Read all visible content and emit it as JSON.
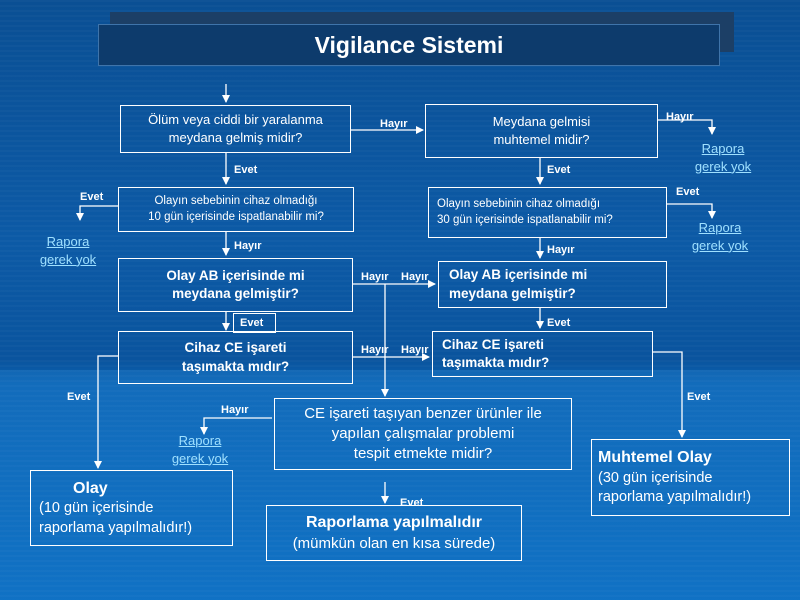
{
  "title": "Vigilance Sistemi",
  "nodes": {
    "q1": [
      "Ölüm veya ciddi bir yaralanma",
      "meydana gelmiş midir?"
    ],
    "q2": [
      "Meydana gelmisi",
      "muhtemel midir?"
    ],
    "q3": [
      "Olayın sebebinin cihaz olmadığı",
      "10 gün içerisinde ispatlanabilir mi?"
    ],
    "q4": [
      "Olayın sebebinin cihaz olmadığı",
      "30 gün içerisinde ispatlanabilir mi?"
    ],
    "q5": [
      "Olay AB içerisinde mi",
      "meydana gelmiştir?"
    ],
    "q6": [
      "Olay AB içerisinde mi",
      "meydana gelmiştir?"
    ],
    "q7": [
      "Cihaz CE işareti",
      "taşımakta mıdır?"
    ],
    "q8": [
      "Cihaz CE işareti",
      "taşımakta mıdır?"
    ],
    "q9": [
      "CE işareti taşıyan benzer ürünler ile",
      "yapılan çalışmalar problemi",
      "tespit etmekte midir?"
    ],
    "olay": [
      "Olay",
      "(10 gün içerisinde",
      "raporlama yapılmalıdır!)"
    ],
    "muhtemel": [
      "Muhtemel Olay",
      "(30 gün içerisinde",
      "raporlama yapılmalıdır!)"
    ],
    "raporlama": [
      "Raporlama yapılmalıdır",
      "(mümkün olan en kısa sürede)"
    ]
  },
  "no_report": [
    "Rapora",
    "gerek yok"
  ],
  "labels": {
    "yes": "Evet",
    "no": "Hayır"
  }
}
